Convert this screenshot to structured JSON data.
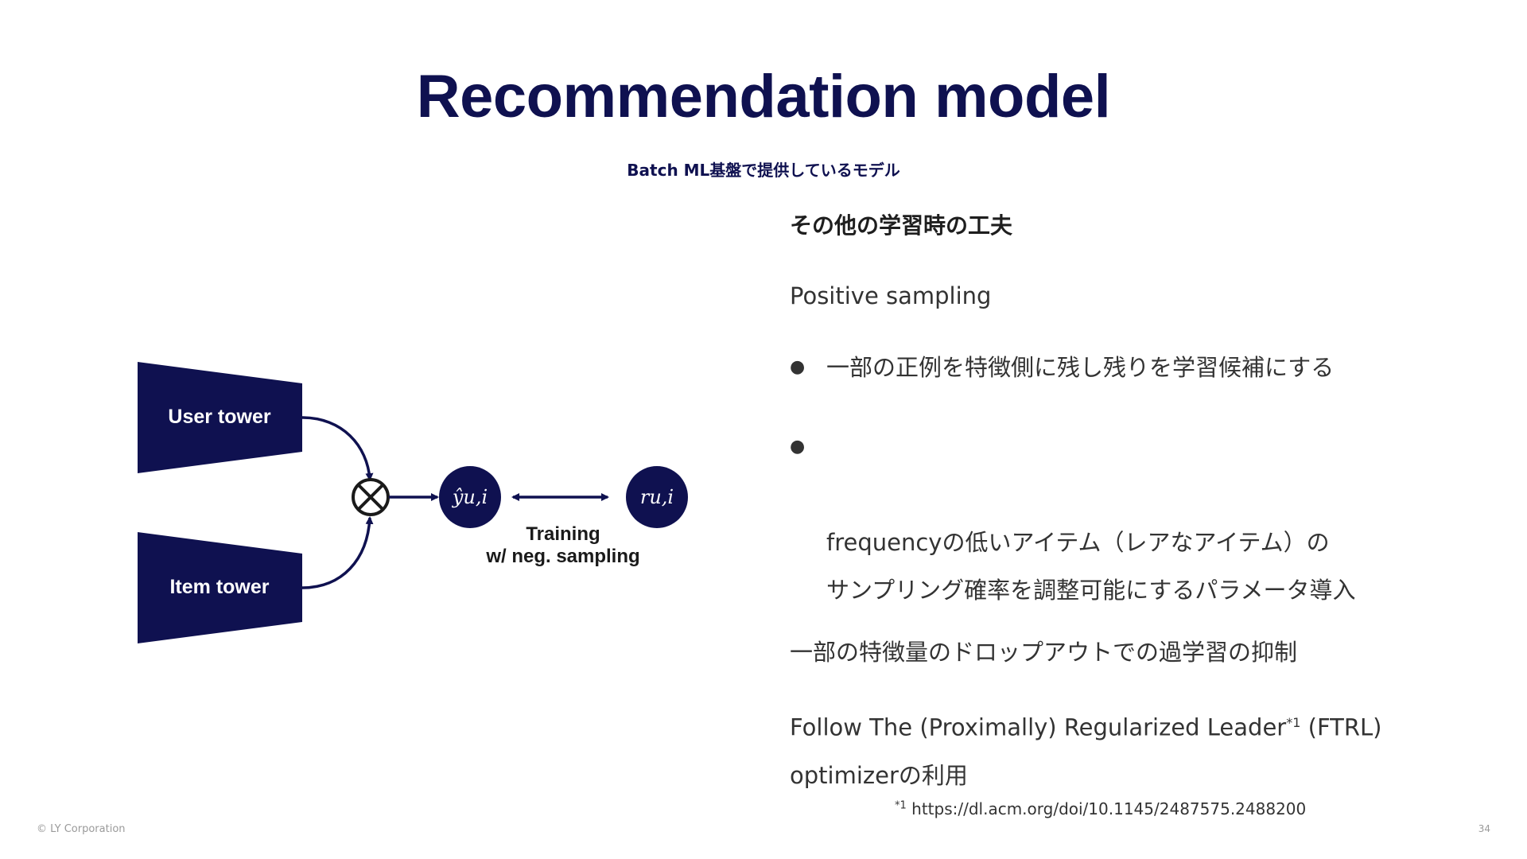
{
  "title": "Recommendation model",
  "subtitle": "Batch ML基盤で提供しているモデル",
  "diagram": {
    "user_tower": "User tower",
    "item_tower": "Item tower",
    "prediction_label": "ŷu,i",
    "target_label": "ru,i",
    "training_line1": "Training",
    "training_line2": "w/ neg. sampling",
    "colors": {
      "node": "#0f1150",
      "text_on_node": "#ffffff"
    }
  },
  "content": {
    "heading": "その他の学習時の工夫",
    "positive_sampling": "Positive sampling",
    "bullets": [
      "一部の正例を特徴側に残し残りを学習候補にする",
      "frequencyの低いアイテム（レアなアイテム）の\nサンプリング確率を調整可能にするパラメータ導入"
    ],
    "dropout": "一部の特徴量のドロップアウトでの過学習の抑制",
    "ftrl_before": "Follow The (Proximally) Regularized Leader",
    "ftrl_sup": "*1",
    "ftrl_after_line1": " (FTRL)",
    "ftrl_line2": "optimizerの利用"
  },
  "footnote": {
    "marker": "*1",
    "url": "https://dl.acm.org/doi/10.1145/2487575.2488200"
  },
  "copyright": "© LY Corporation",
  "page_number": "34"
}
